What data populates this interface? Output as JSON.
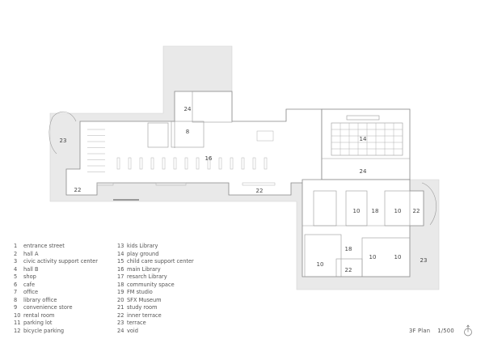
{
  "plan": {
    "title": "3F Plan",
    "scale": "1/500",
    "north_icon": "north-arrow-icon",
    "colors": {
      "site": "#e9e9e9",
      "building": "#ffffff",
      "wall": "#999999",
      "text": "#444444"
    },
    "room_labels": [
      {
        "num": "23",
        "room": "terrace"
      },
      {
        "num": "22",
        "room": "inner terrace"
      },
      {
        "num": "24",
        "room": "void"
      },
      {
        "num": "8",
        "room": "library office"
      },
      {
        "num": "16",
        "room": "main Library"
      },
      {
        "num": "14",
        "room": "play ground"
      },
      {
        "num": "24",
        "room": "void"
      },
      {
        "num": "22",
        "room": "inner terrace"
      },
      {
        "num": "10",
        "room": "rental room"
      },
      {
        "num": "18",
        "room": "community space"
      },
      {
        "num": "10",
        "room": "rental room"
      },
      {
        "num": "22",
        "room": "inner terrace"
      },
      {
        "num": "18",
        "room": "community space"
      },
      {
        "num": "10",
        "room": "rental room"
      },
      {
        "num": "10",
        "room": "rental room"
      },
      {
        "num": "23",
        "room": "terrace"
      },
      {
        "num": "10",
        "room": "rental room"
      },
      {
        "num": "22",
        "room": "inner terrace"
      }
    ]
  },
  "legend": {
    "col1": [
      {
        "num": "1",
        "label": "entrance street"
      },
      {
        "num": "2",
        "label": "hall A"
      },
      {
        "num": "3",
        "label": "civic activity support center"
      },
      {
        "num": "4",
        "label": "hall B"
      },
      {
        "num": "5",
        "label": "shop"
      },
      {
        "num": "6",
        "label": "cafe"
      },
      {
        "num": "7",
        "label": "office"
      },
      {
        "num": "8",
        "label": "library office"
      },
      {
        "num": "9",
        "label": "convenience store"
      },
      {
        "num": "10",
        "label": "rental room"
      },
      {
        "num": "11",
        "label": "parking lot"
      },
      {
        "num": "12",
        "label": "bicycle parking"
      }
    ],
    "col2": [
      {
        "num": "13",
        "label": "kids Library"
      },
      {
        "num": "14",
        "label": "play ground"
      },
      {
        "num": "15",
        "label": "child care support center"
      },
      {
        "num": "16",
        "label": "main Library"
      },
      {
        "num": "17",
        "label": "resarch Library"
      },
      {
        "num": "18",
        "label": "community space"
      },
      {
        "num": "19",
        "label": "FM studio"
      },
      {
        "num": "20",
        "label": "SFX Museum"
      },
      {
        "num": "21",
        "label": "study room"
      },
      {
        "num": "22",
        "label": "inner terrace"
      },
      {
        "num": "23",
        "label": "terrace"
      },
      {
        "num": "24",
        "label": "void"
      }
    ]
  }
}
